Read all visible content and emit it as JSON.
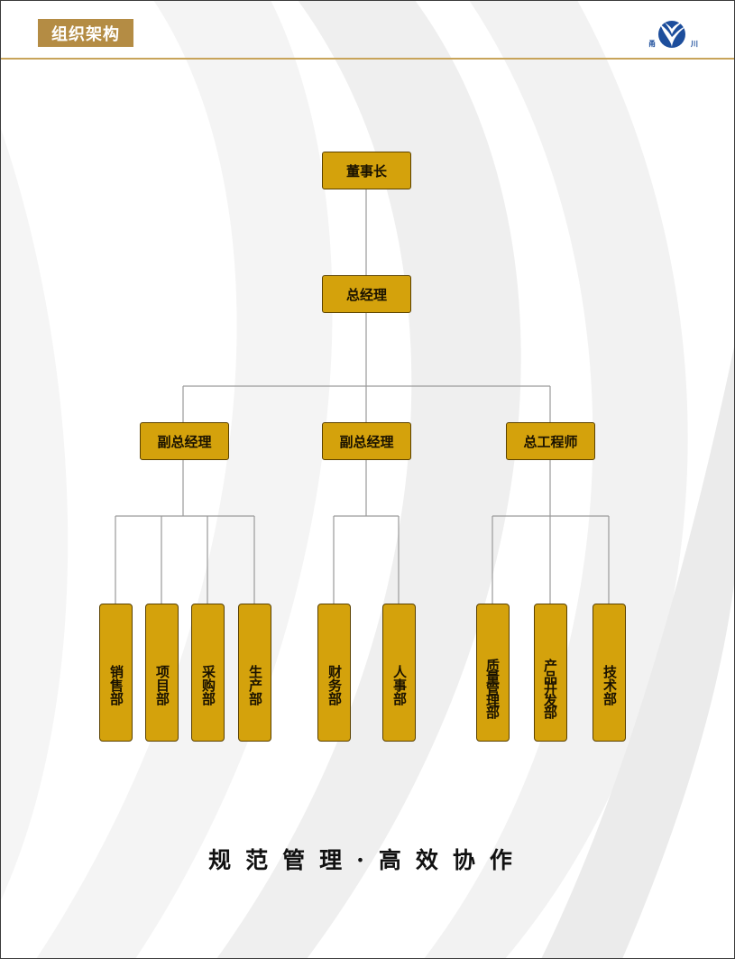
{
  "header": {
    "section_title": "组织架构",
    "logo": {
      "left_char": "甬",
      "right_char": "川",
      "color": "#1d4e9c"
    }
  },
  "org_chart": {
    "root": "董事长",
    "level2": "总经理",
    "level3": [
      "副总经理",
      "副总经理",
      "总工程师"
    ],
    "groups": [
      [
        "销售部",
        "项目部",
        "采购部",
        "生产部"
      ],
      [
        "财务部",
        "人事部"
      ],
      [
        "质量管理部",
        "产品开发部",
        "技术部"
      ]
    ]
  },
  "slogan": "规范管理·高效协作",
  "colors": {
    "box_fill": "#d4a20c",
    "accent": "#b48c44",
    "line": "#9a9a9a"
  }
}
